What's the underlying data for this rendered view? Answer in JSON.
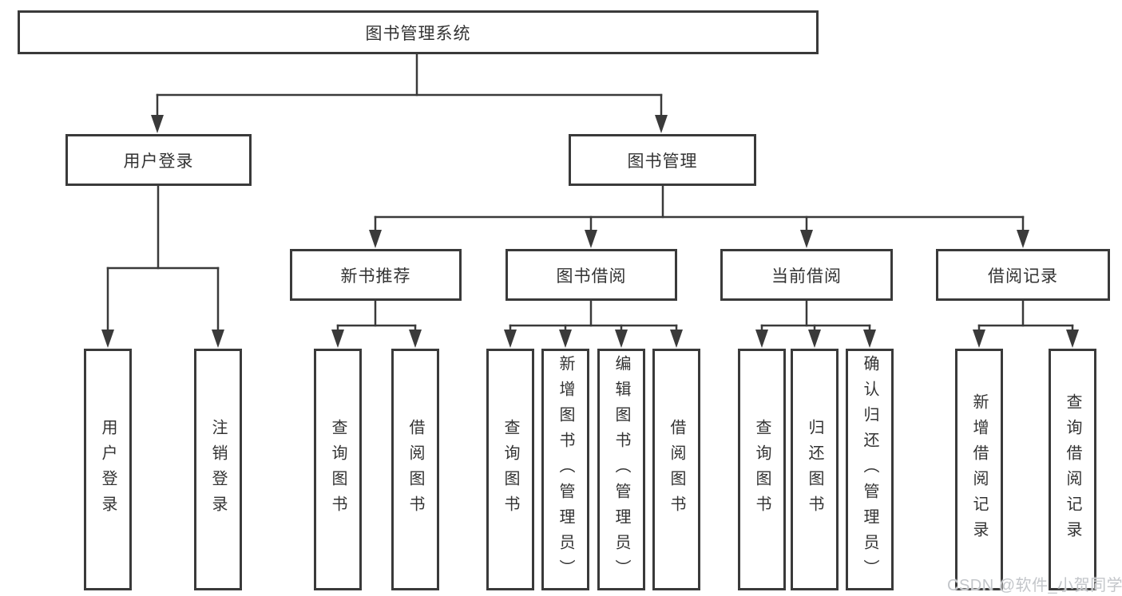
{
  "tree": {
    "root": {
      "label": "图书管理系统"
    },
    "branches": [
      {
        "label": "用户登录",
        "children": [
          {
            "label": "用户登录"
          },
          {
            "label": "注销登录"
          }
        ]
      },
      {
        "label": "图书管理",
        "sections": [
          {
            "label": "新书推荐",
            "children": [
              {
                "label": "查询图书"
              },
              {
                "label": "借阅图书"
              }
            ]
          },
          {
            "label": "图书借阅",
            "children": [
              {
                "label": "查询图书"
              },
              {
                "label": "新增图书（管理员）"
              },
              {
                "label": "编辑图书（管理员）"
              },
              {
                "label": "借阅图书"
              }
            ]
          },
          {
            "label": "当前借阅",
            "children": [
              {
                "label": "查询图书"
              },
              {
                "label": "归还图书"
              },
              {
                "label": "确认归还（管理员）"
              }
            ]
          },
          {
            "label": "借阅记录",
            "children": [
              {
                "label": "新增借阅记录"
              },
              {
                "label": "查询借阅记录"
              }
            ]
          }
        ]
      }
    ]
  },
  "watermark": {
    "text": "CSDN @软件_小贺同学"
  },
  "colors": {
    "line": "#3a3a3a",
    "text": "#333333",
    "background": "#ffffff",
    "watermark": "#c3c6ca"
  }
}
